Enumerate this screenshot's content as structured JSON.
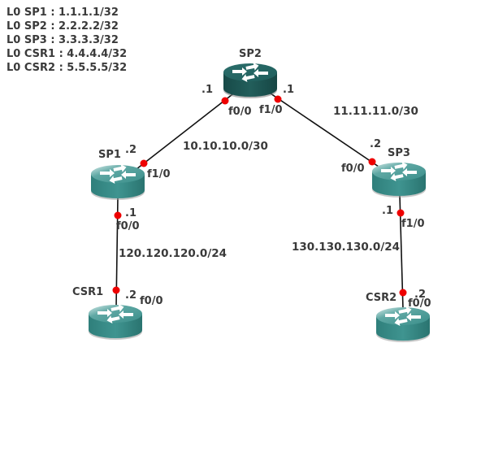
{
  "loopbacks": [
    "L0 SP1 : 1.1.1.1/32",
    "L0 SP2 : 2.2.2.2/32",
    "L0 SP3 : 3.3.3.3/32",
    "L0 CSR1 : 4.4.4.4/32",
    "L0 CSR2 : 5.5.5.5/32"
  ],
  "routers": {
    "sp2": {
      "name": "SP2",
      "color": "#1f5e5c"
    },
    "sp1": {
      "name": "SP1",
      "color": "#3a8e8a"
    },
    "sp3": {
      "name": "SP3",
      "color": "#3a8e8a"
    },
    "csr1": {
      "name": "CSR1",
      "color": "#3a8e8a"
    },
    "csr2": {
      "name": "CSR2",
      "color": "#3a8e8a"
    }
  },
  "links": {
    "sp2_sp1": {
      "subnet": "10.10.10.0/30",
      "a": {
        "host": ".1",
        "iface": "f0/0"
      },
      "b": {
        "host": ".2",
        "iface": "f1/0"
      }
    },
    "sp2_sp3": {
      "subnet": "11.11.11.0/30",
      "a": {
        "host": ".1",
        "iface": "f1/0"
      },
      "b": {
        "host": ".2",
        "iface": "f0/0"
      }
    },
    "sp1_csr1": {
      "subnet": "120.120.120.0/24",
      "a": {
        "host": ".1",
        "iface": "f0/0"
      },
      "b": {
        "host": ".2",
        "iface": "f0/0"
      }
    },
    "sp3_csr2": {
      "subnet": "130.130.130.0/24",
      "a": {
        "host": ".1",
        "iface": "f1/0"
      },
      "b": {
        "host": ".2",
        "iface": "f0/0"
      }
    }
  },
  "colors": {
    "port_dot": "#ee0000",
    "link": "#111111",
    "label": "#3a3a3a"
  },
  "icons": {
    "router": "router-icon"
  }
}
